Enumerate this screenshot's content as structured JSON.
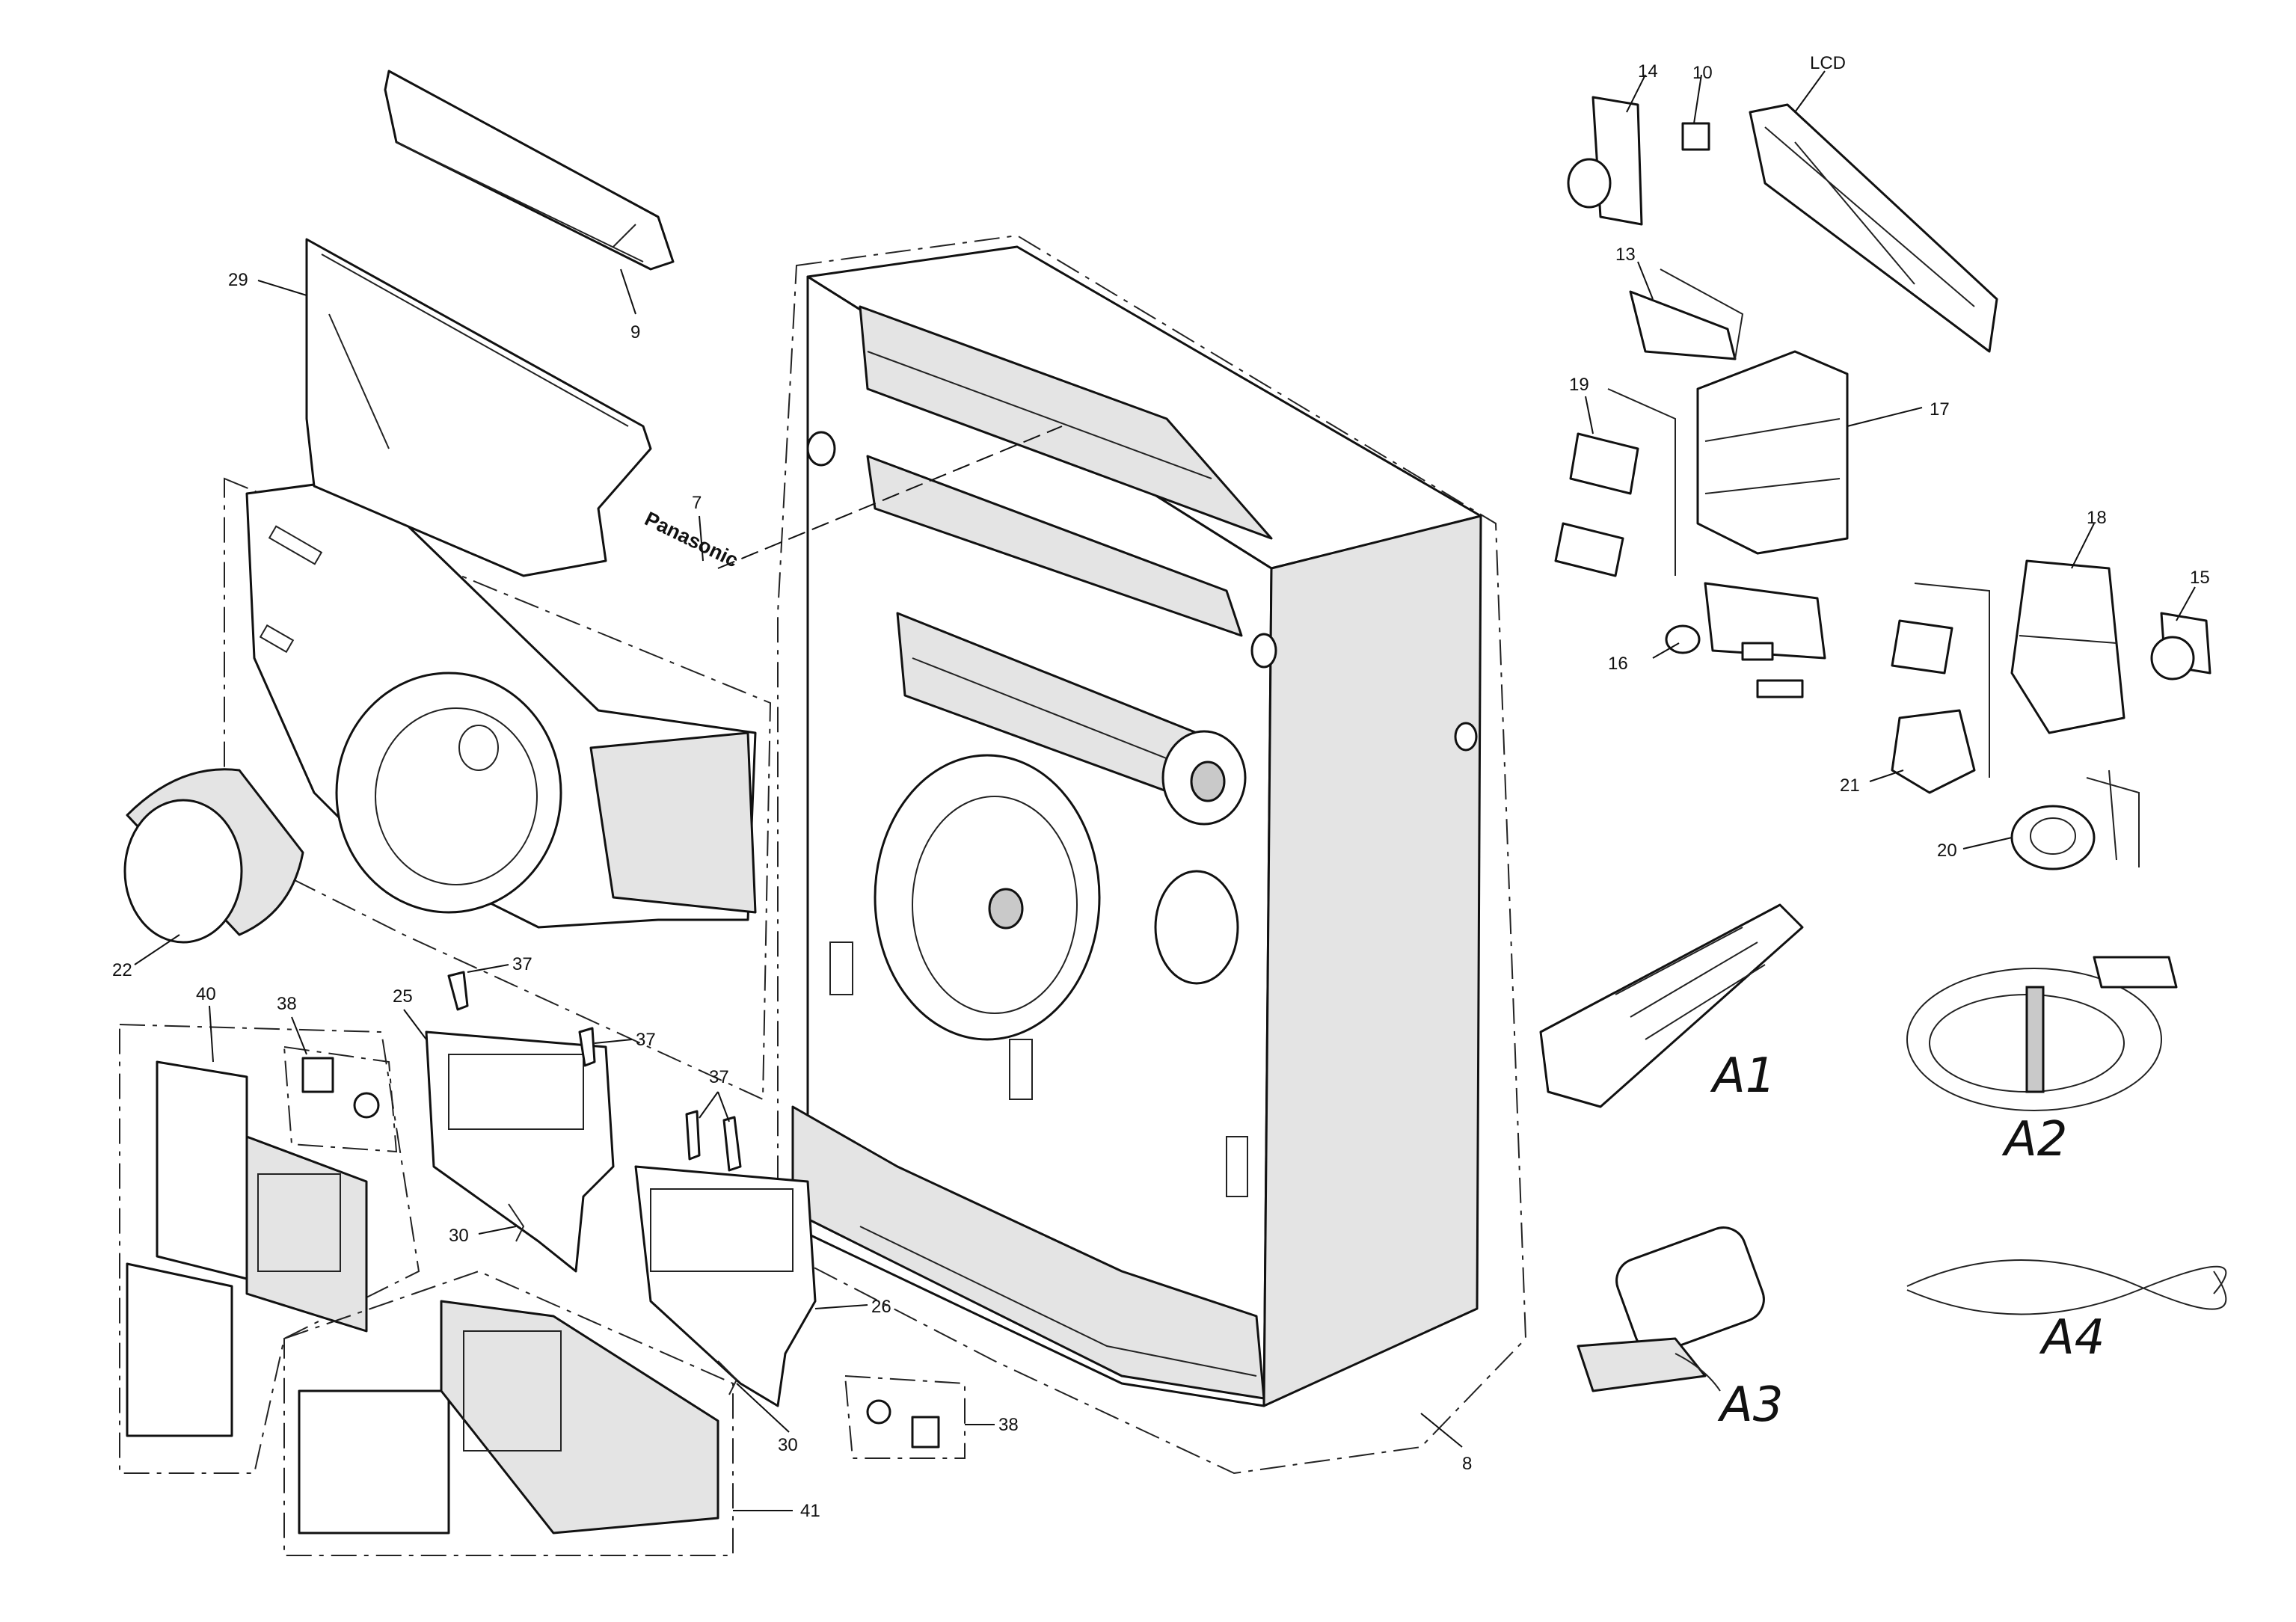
{
  "brand_text": "Panasonic",
  "callouts": [
    {
      "id": "lcd",
      "text": "LCD"
    },
    {
      "id": "7",
      "text": "7"
    },
    {
      "id": "8",
      "text": "8"
    },
    {
      "id": "9",
      "text": "9"
    },
    {
      "id": "10",
      "text": "10"
    },
    {
      "id": "13",
      "text": "13"
    },
    {
      "id": "14",
      "text": "14"
    },
    {
      "id": "15",
      "text": "15"
    },
    {
      "id": "16",
      "text": "16"
    },
    {
      "id": "17",
      "text": "17"
    },
    {
      "id": "18",
      "text": "18"
    },
    {
      "id": "19",
      "text": "19"
    },
    {
      "id": "20",
      "text": "20"
    },
    {
      "id": "21",
      "text": "21"
    },
    {
      "id": "22",
      "text": "22"
    },
    {
      "id": "25",
      "text": "25"
    },
    {
      "id": "26",
      "text": "26"
    },
    {
      "id": "29",
      "text": "29"
    },
    {
      "id": "30a",
      "text": "30"
    },
    {
      "id": "30b",
      "text": "30"
    },
    {
      "id": "37a",
      "text": "37"
    },
    {
      "id": "37b",
      "text": "37"
    },
    {
      "id": "37c",
      "text": "37"
    },
    {
      "id": "38a",
      "text": "38"
    },
    {
      "id": "38b",
      "text": "38"
    },
    {
      "id": "40",
      "text": "40"
    },
    {
      "id": "41",
      "text": "41"
    }
  ],
  "accessories": [
    {
      "id": "a1",
      "text": "A1"
    },
    {
      "id": "a2",
      "text": "A2"
    },
    {
      "id": "a3",
      "text": "A3"
    },
    {
      "id": "a4",
      "text": "A4"
    }
  ]
}
